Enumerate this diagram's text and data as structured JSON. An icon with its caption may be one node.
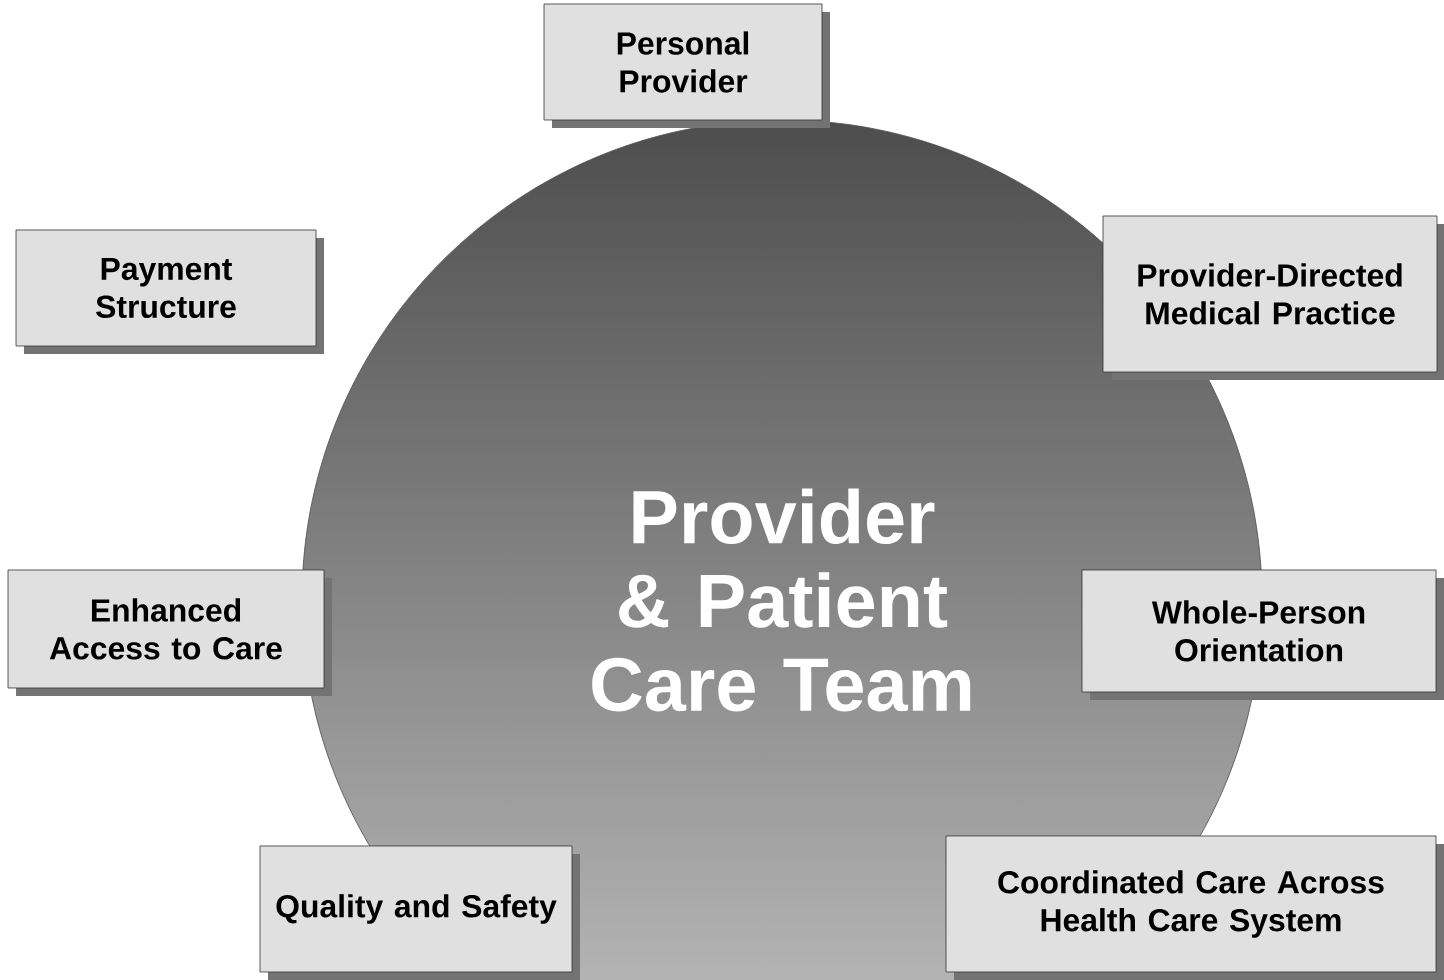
{
  "diagram": {
    "nodes": [
      {
        "text": [
          "Provider & Patient Care Team"
        ]
      },
      {
        "text": [
          "Personal Provider"
        ]
      },
      {
        "text": [
          "Payment Structure"
        ]
      },
      {
        "text": [
          "Provider-Directed Medical Practice"
        ]
      },
      {
        "text": [
          "Enhanced Access to Care"
        ]
      },
      {
        "text": [
          "Whole-Person Orientation"
        ]
      },
      {
        "text": [
          "Quality and Safety"
        ]
      },
      {
        "text": [
          "Coordinated Care Across Health Care System"
        ]
      }
    ]
  }
}
